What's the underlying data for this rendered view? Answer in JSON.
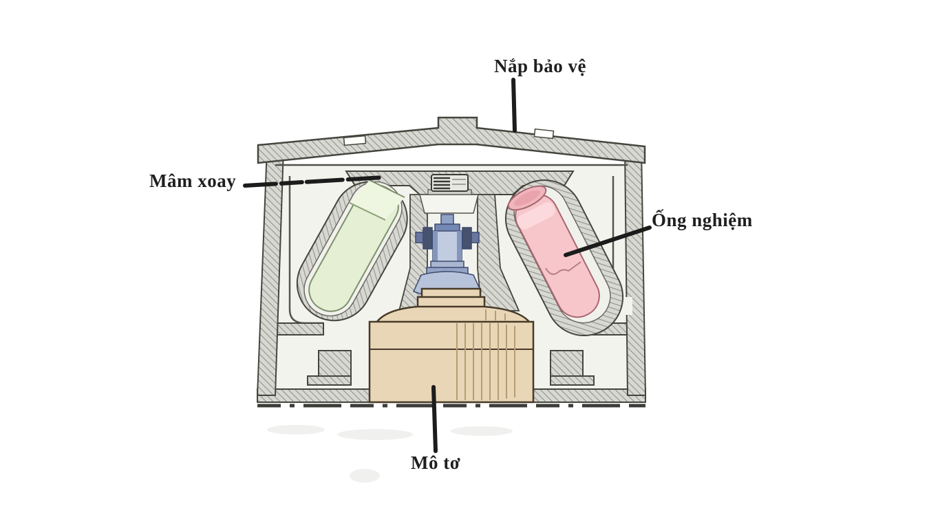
{
  "figure": {
    "type": "technical-diagram",
    "subject": "centrifuge cross-section",
    "labels": {
      "cover": {
        "text": "Nắp bảo vệ"
      },
      "rotor": {
        "text": "Mâm xoay"
      },
      "tube": {
        "text": "Ống nghiệm"
      },
      "motor": {
        "text": "Mô tơ"
      }
    },
    "colors": {
      "tube_green": "#e4efd4",
      "tube_green_light": "#eef5e0",
      "tube_pink": "#f6c6ca",
      "tube_pink_light": "#fbd9dc",
      "motor_tan": "#e8d6b6",
      "spindle_blue": "#c2cce0",
      "spindle_blue_dark": "#46526e",
      "hatch_fill": "#d8d8d3",
      "hatch_line": "#8f8f88",
      "outline": "#45453e",
      "chamber_bg": "#f3f3ee",
      "label_color": "#1f1f1f",
      "leader_color": "#1c1c1c"
    }
  }
}
